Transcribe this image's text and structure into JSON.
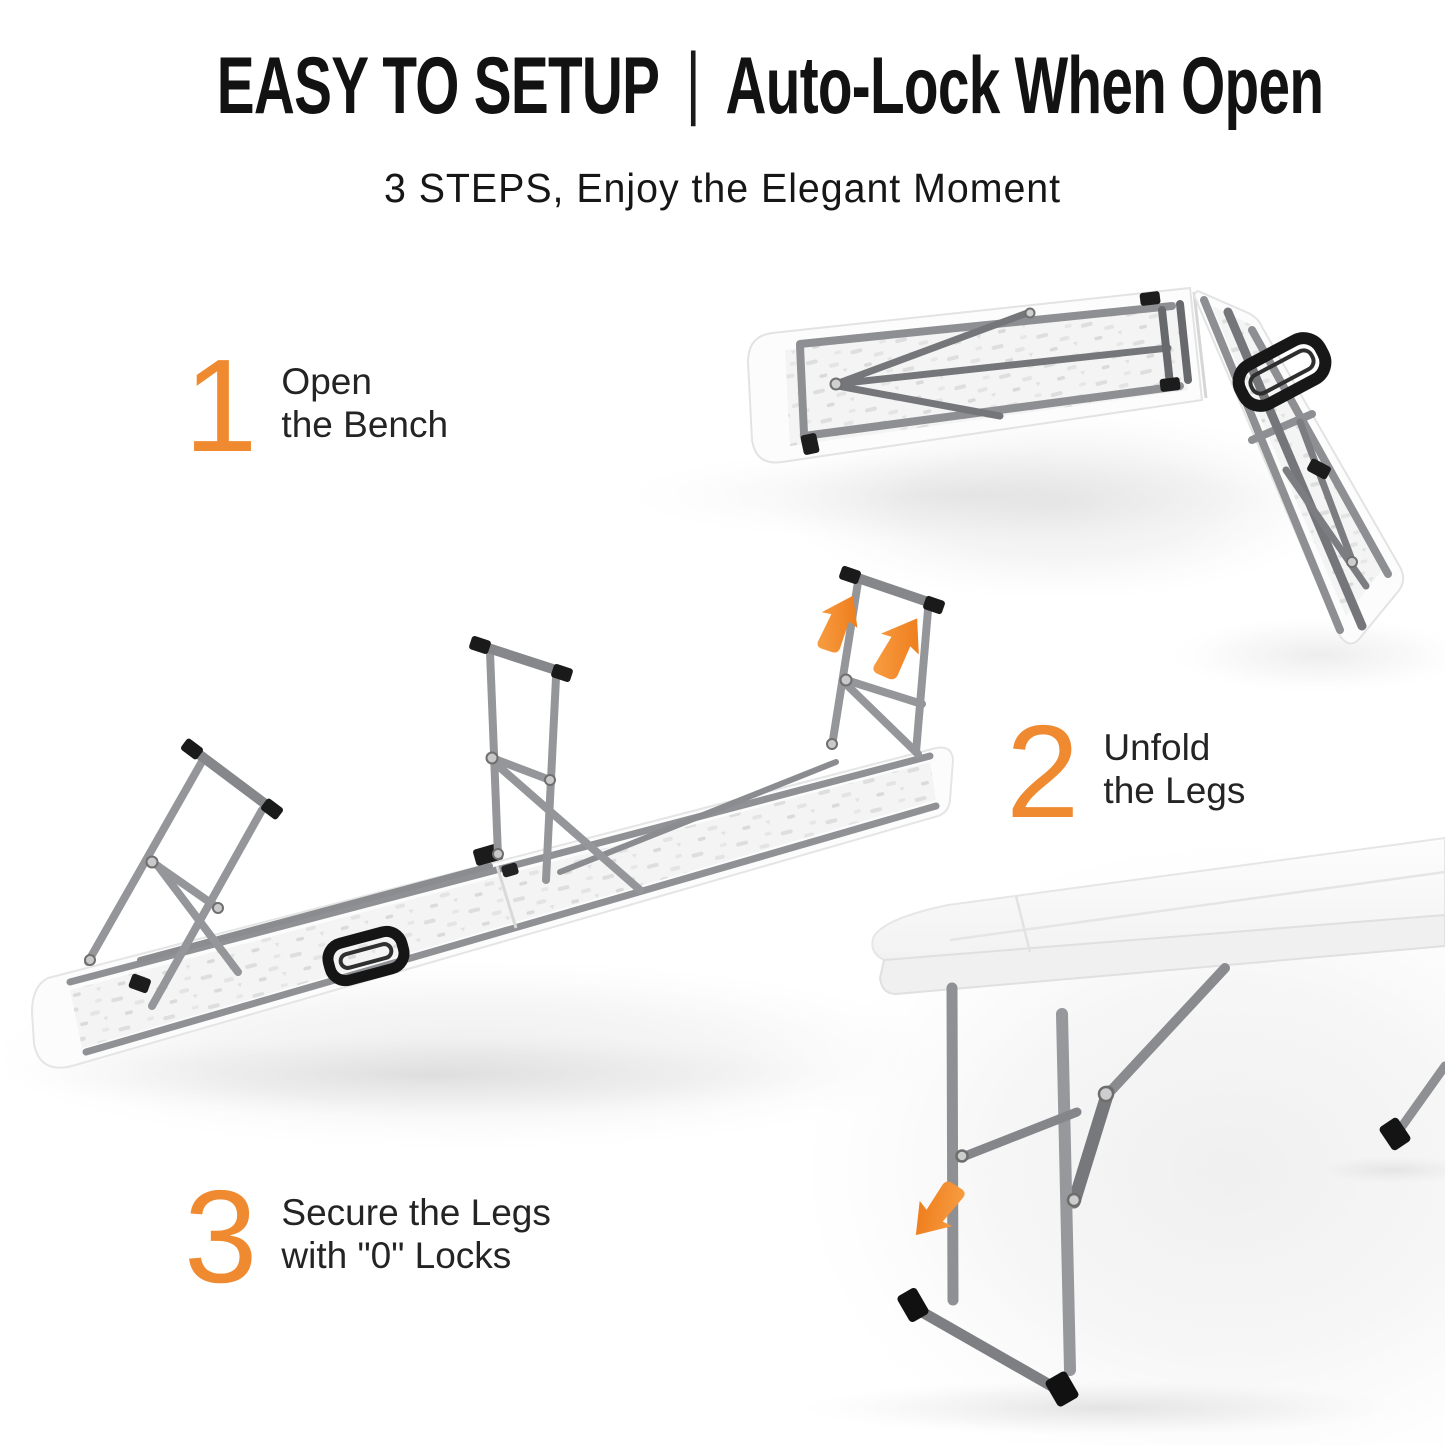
{
  "header": {
    "title_left": "EASY TO SETUP",
    "separator": "|",
    "title_right": "Auto-Lock When Open",
    "subtitle": "3 STEPS, Enjoy the Elegant Moment"
  },
  "steps": [
    {
      "number": "1",
      "lines": [
        "Open",
        "the Bench"
      ]
    },
    {
      "number": "2",
      "lines": [
        "Unfold",
        "the Legs"
      ]
    },
    {
      "number": "3",
      "lines": [
        "Secure the Legs",
        "with \"0\" Locks"
      ]
    }
  ],
  "illustrations": {
    "step1": "folded-bench-half-open",
    "step2": "bench-upside-down-legs-unfolding",
    "step3": "assembled-bench-standing",
    "arrow_icon": "orange-direction-arrow"
  },
  "colors": {
    "accent_orange": "#EF8A30",
    "arrow_orange_light": "#F9A44A",
    "arrow_orange_dark": "#EC7412",
    "text_dark": "#161616",
    "metal_gray": "#8E9094",
    "bench_white": "#FBFBFB",
    "black_parts": "#1A1A1A"
  }
}
